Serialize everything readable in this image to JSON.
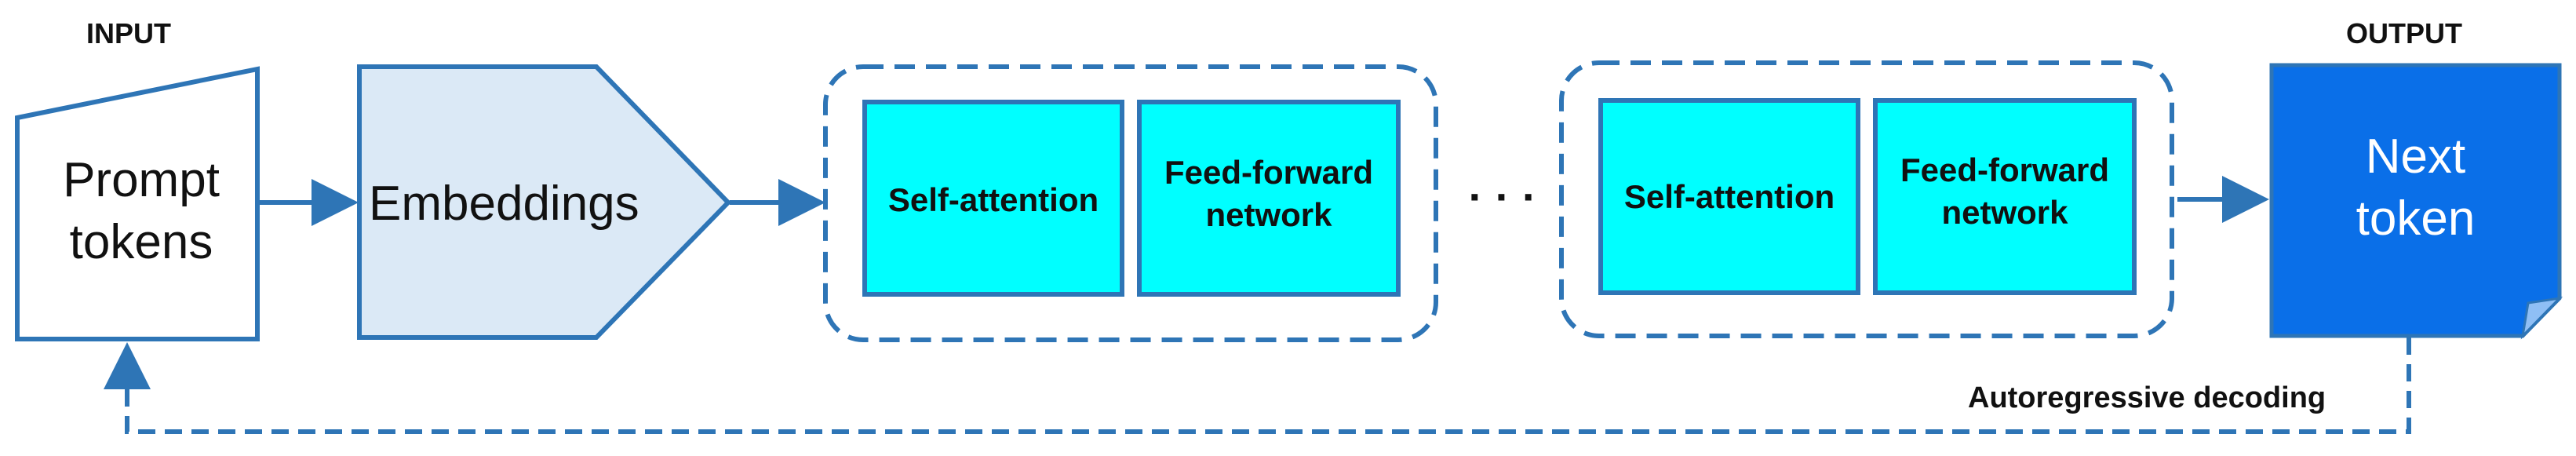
{
  "labels": {
    "input": "INPUT",
    "output": "OUTPUT",
    "prompt_line1": "Prompt",
    "prompt_line2": "tokens",
    "embeddings": "Embeddings",
    "ellipsis": "· · ·",
    "next_line1": "Next",
    "next_line2": "token",
    "autoregressive": "Autoregressive decoding"
  },
  "blocks": [
    {
      "self_attention": "Self-attention",
      "ffn_line1": "Feed-forward",
      "ffn_line2": "network"
    },
    {
      "self_attention": "Self-attention",
      "ffn_line1": "Feed-forward",
      "ffn_line2": "network"
    }
  ],
  "colors": {
    "stroke": "#2e75b6",
    "embed_fill": "#dbe9f6",
    "cyan_fill": "#00ffff",
    "output_fill": "#0a6fe8",
    "text": "#111111",
    "output_text": "#ffffff"
  }
}
